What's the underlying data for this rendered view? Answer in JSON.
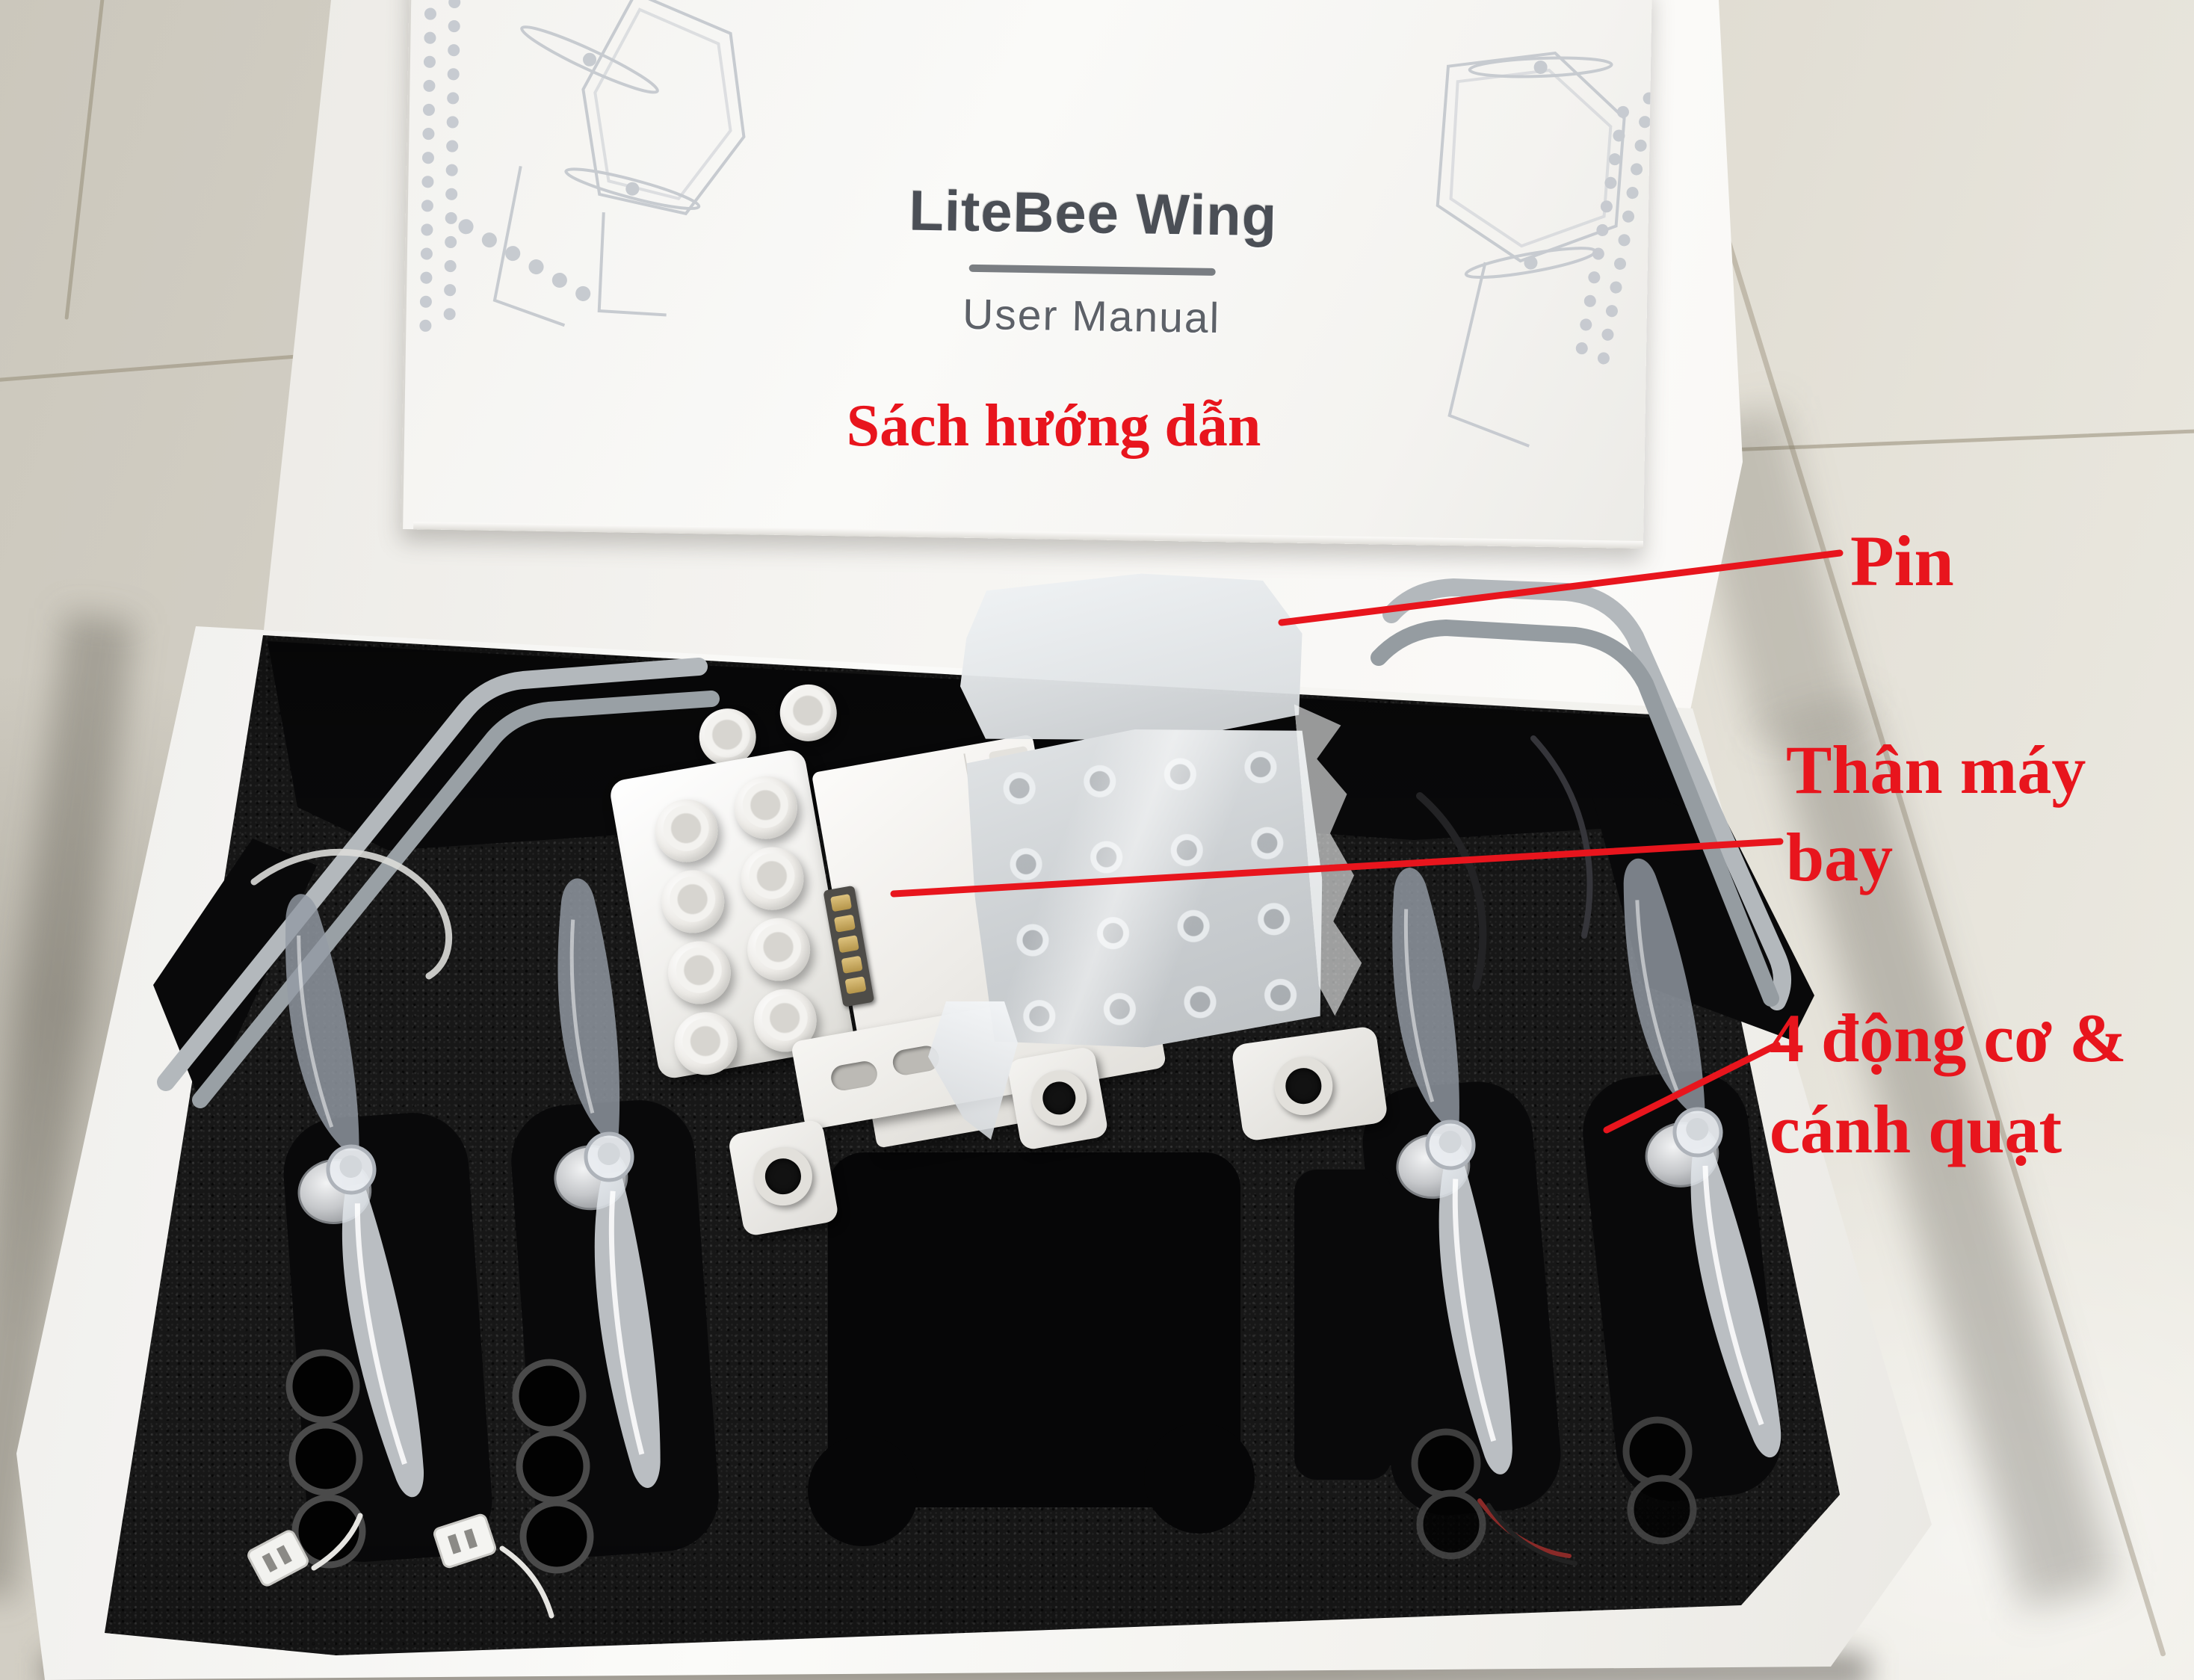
{
  "manual_cover": {
    "title": "LiteBee Wing",
    "subtitle": "User Manual"
  },
  "annotations": {
    "manual_label": "Sách hướng dẫn",
    "battery_label": "Pin",
    "fuselage_label": "Thân máy bay",
    "motors_label": "4 động cơ & cánh quạt"
  },
  "colors": {
    "annotation_red": "#e8151d",
    "manual_title_text": "#4b4f56",
    "foam_black": "#171717",
    "tile_floor": "#d8d4ca",
    "box_white": "#f4f3f0",
    "frame_gray": "#aab0b5",
    "connector_gold": "#c3a55e"
  }
}
